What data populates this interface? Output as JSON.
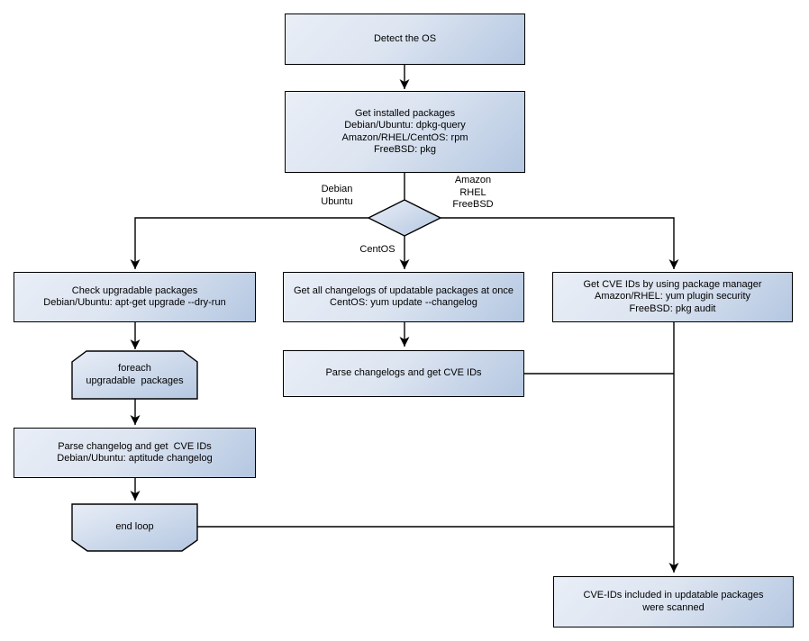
{
  "nodes": {
    "detect_os": {
      "text": "Detect the OS"
    },
    "get_installed_packages": {
      "text": "Get installed packages\nDebian/Ubuntu: dpkg-query\nAmazon/RHEL/CentOS: rpm\nFreeBSD: pkg"
    },
    "check_upgradable": {
      "text": "Check upgradable packages\nDebian/Ubuntu: apt-get upgrade --dry-run"
    },
    "foreach_loop": {
      "text": "foreach\nupgradable  packages"
    },
    "parse_changelog_debian": {
      "text": "Parse changelog and get  CVE IDs\nDebian/Ubuntu: aptitude changelog"
    },
    "end_loop": {
      "text": "end loop"
    },
    "get_all_changelogs": {
      "text": "Get all changelogs of updatable packages at once\nCentOS: yum update --changelog"
    },
    "parse_changelogs": {
      "text": "Parse changelogs and get CVE IDs"
    },
    "get_cve_ids_package_manager": {
      "text": "Get CVE IDs by using package manager\nAmazon/RHEL: yum plugin security\nFreeBSD: pkg audit"
    },
    "cve_ids_scanned": {
      "text": "CVE-IDs included in updatable packages\nwere scanned"
    }
  },
  "edge_labels": {
    "debian_ubuntu": "Debian\nUbuntu",
    "amazon_rhel_freebsd": "Amazon\nRHEL\nFreeBSD",
    "centos": "CentOS"
  },
  "colors": {
    "background": "#ffffff",
    "text": "#000000",
    "connector": "#000000",
    "node_border": "#000000",
    "node_fill_light": "#e9eef7",
    "node_fill_dark": "#b4c7e1"
  }
}
